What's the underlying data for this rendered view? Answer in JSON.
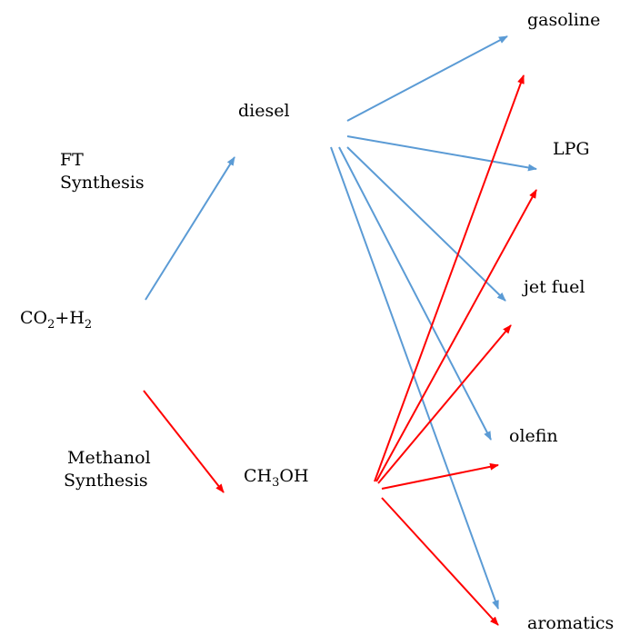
{
  "colors": {
    "ft": "#5b9bd5",
    "methanol": "#ff0000"
  },
  "labels": {
    "co2h2": {
      "a": "CO",
      "a_sub": "2",
      "b": "+H",
      "b_sub": "2"
    },
    "ft_line1": "FT",
    "ft_line2": "Synthesis",
    "methanol_line1": "Methanol",
    "methanol_line2": "Synthesis",
    "diesel": "diesel",
    "ch3oh": {
      "a": "CH",
      "a_sub": "3",
      "b": "OH"
    },
    "gasoline": "gasoline",
    "lpg": "LPG",
    "jet_fuel": "jet fuel",
    "olefin": "olefin",
    "aromatics": "aromatics"
  },
  "edges": [
    {
      "from": "CO2+H2",
      "to": "diesel",
      "via": "FT Synthesis",
      "color": "ft"
    },
    {
      "from": "diesel",
      "to": "gasoline",
      "color": "ft"
    },
    {
      "from": "diesel",
      "to": "LPG",
      "color": "ft"
    },
    {
      "from": "diesel",
      "to": "jet fuel",
      "color": "ft"
    },
    {
      "from": "diesel",
      "to": "olefin",
      "color": "ft"
    },
    {
      "from": "diesel",
      "to": "aromatics",
      "color": "ft"
    },
    {
      "from": "CO2+H2",
      "to": "CH3OH",
      "via": "Methanol Synthesis",
      "color": "methanol"
    },
    {
      "from": "CH3OH",
      "to": "gasoline",
      "color": "methanol"
    },
    {
      "from": "CH3OH",
      "to": "LPG",
      "color": "methanol"
    },
    {
      "from": "CH3OH",
      "to": "jet fuel",
      "color": "methanol"
    },
    {
      "from": "CH3OH",
      "to": "olefin",
      "color": "methanol"
    },
    {
      "from": "CH3OH",
      "to": "aromatics",
      "color": "methanol"
    }
  ]
}
